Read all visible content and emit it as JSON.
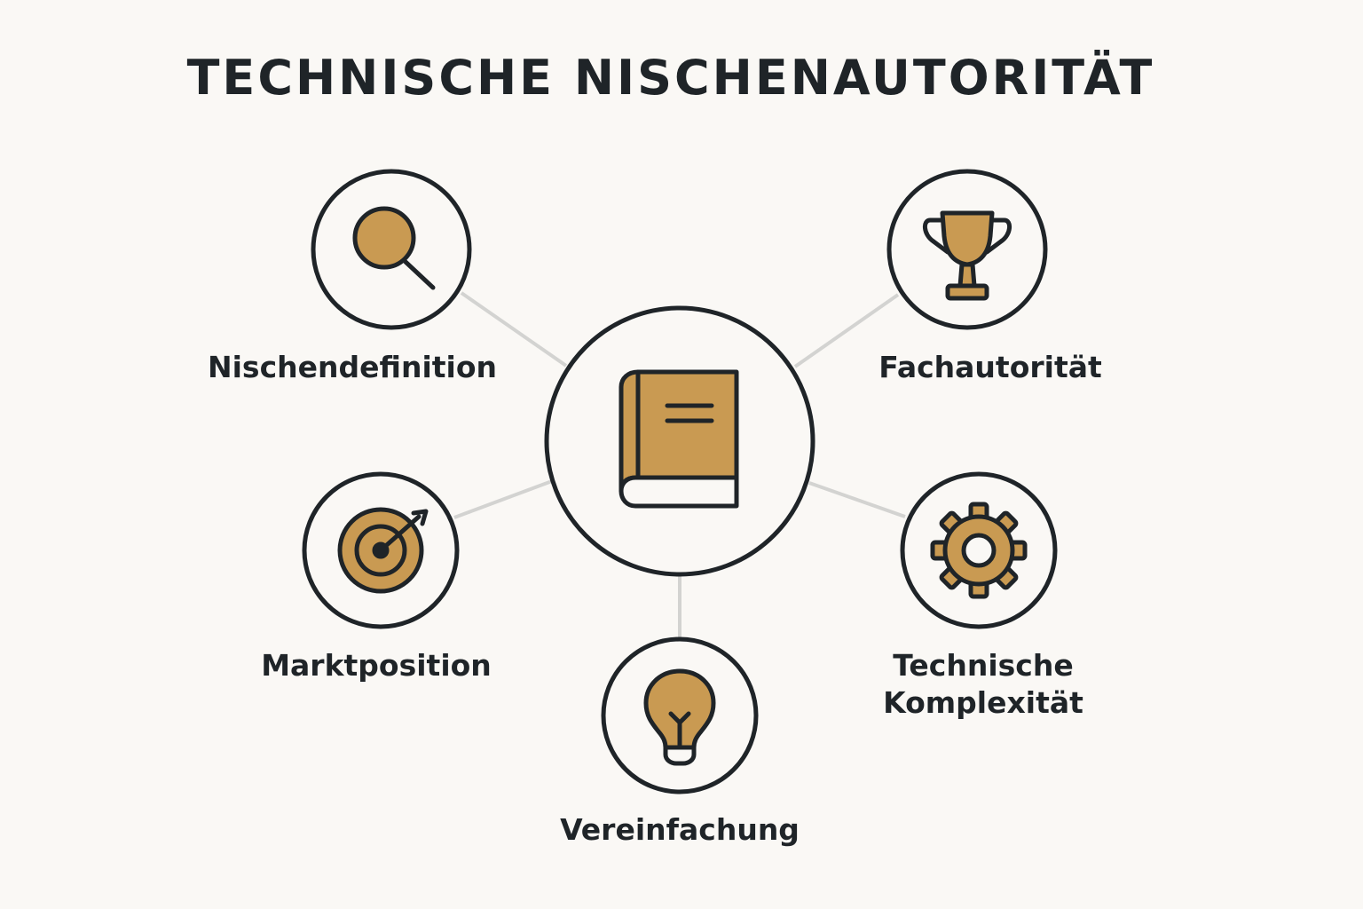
{
  "title": "TECHNISCHE NISCHENAUTORITÄT",
  "colors": {
    "background": "#faf8f5",
    "accent": "#c99a52",
    "stroke": "#1f2428",
    "connector": "#d3d3d1"
  },
  "center": {
    "icon": "book-icon"
  },
  "nodes": [
    {
      "id": "nischendefinition",
      "label": "Nischendefinition",
      "icon": "magnifier-icon"
    },
    {
      "id": "fachautoritaet",
      "label": "Fachautorität",
      "icon": "trophy-icon"
    },
    {
      "id": "marktposition",
      "label": "Marktposition",
      "icon": "target-icon"
    },
    {
      "id": "technische-komplexitaet",
      "label_lines": [
        "Technische",
        "Komplexität"
      ],
      "icon": "gear-icon"
    },
    {
      "id": "vereinfachung",
      "label": "Vereinfachung",
      "icon": "lightbulb-icon"
    }
  ]
}
